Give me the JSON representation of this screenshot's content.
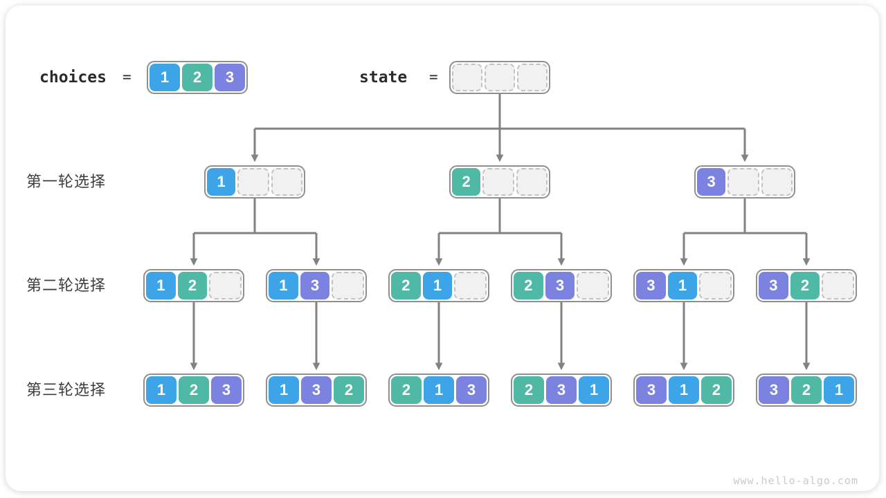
{
  "header": {
    "choices_label": "choices",
    "equals": "=",
    "state_label": "state",
    "choices_values": [
      1,
      2,
      3
    ],
    "state_values": [
      null,
      null,
      null
    ]
  },
  "rows": [
    {
      "label": "第一轮选择",
      "nodes": [
        [
          1,
          null,
          null
        ],
        [
          2,
          null,
          null
        ],
        [
          3,
          null,
          null
        ]
      ]
    },
    {
      "label": "第二轮选择",
      "nodes": [
        [
          1,
          2,
          null
        ],
        [
          1,
          3,
          null
        ],
        [
          2,
          1,
          null
        ],
        [
          2,
          3,
          null
        ],
        [
          3,
          1,
          null
        ],
        [
          3,
          2,
          null
        ]
      ]
    },
    {
      "label": "第三轮选择",
      "nodes": [
        [
          1,
          2,
          3
        ],
        [
          1,
          3,
          2
        ],
        [
          2,
          1,
          3
        ],
        [
          2,
          3,
          1
        ],
        [
          3,
          1,
          2
        ],
        [
          3,
          2,
          1
        ]
      ]
    }
  ],
  "palette": {
    "1": "#3EA4E8",
    "2": "#4FB9A5",
    "3": "#7C82E0",
    "empty_fill": "#F1F1F1",
    "box_border": "#8F8F8F",
    "connector": "#828282"
  },
  "footer": {
    "watermark": "www.hello-algo.com"
  }
}
